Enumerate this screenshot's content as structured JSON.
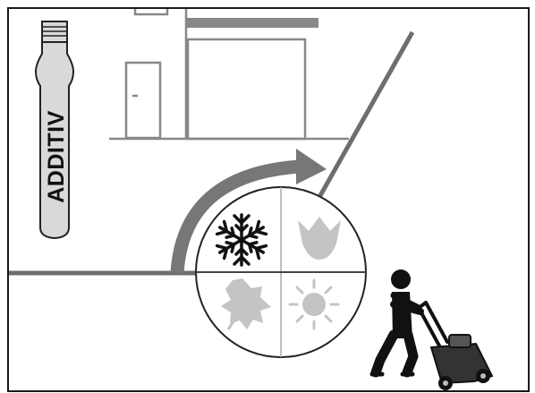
{
  "bottle": {
    "label": "ADDITIV"
  },
  "colors": {
    "frame": "#1a1a1a",
    "outline": "#888888",
    "ground": "#6e6e6e",
    "arrow": "#777777",
    "season_light": "#c4c4c4",
    "bottle_fill": "#d9d9d9",
    "black": "#111111"
  },
  "icons": {
    "bottle": "additive-bottle-icon",
    "winter": "snowflake-icon",
    "spring": "tulip-icon",
    "autumn": "leaf-icon",
    "summer": "sun-icon",
    "operator": "person-mowing-icon",
    "mower": "lawn-mower-icon"
  },
  "seasons": [
    {
      "name": "winter",
      "highlighted": true
    },
    {
      "name": "spring",
      "highlighted": false
    },
    {
      "name": "autumn",
      "highlighted": false
    },
    {
      "name": "summer",
      "highlighted": false
    }
  ]
}
